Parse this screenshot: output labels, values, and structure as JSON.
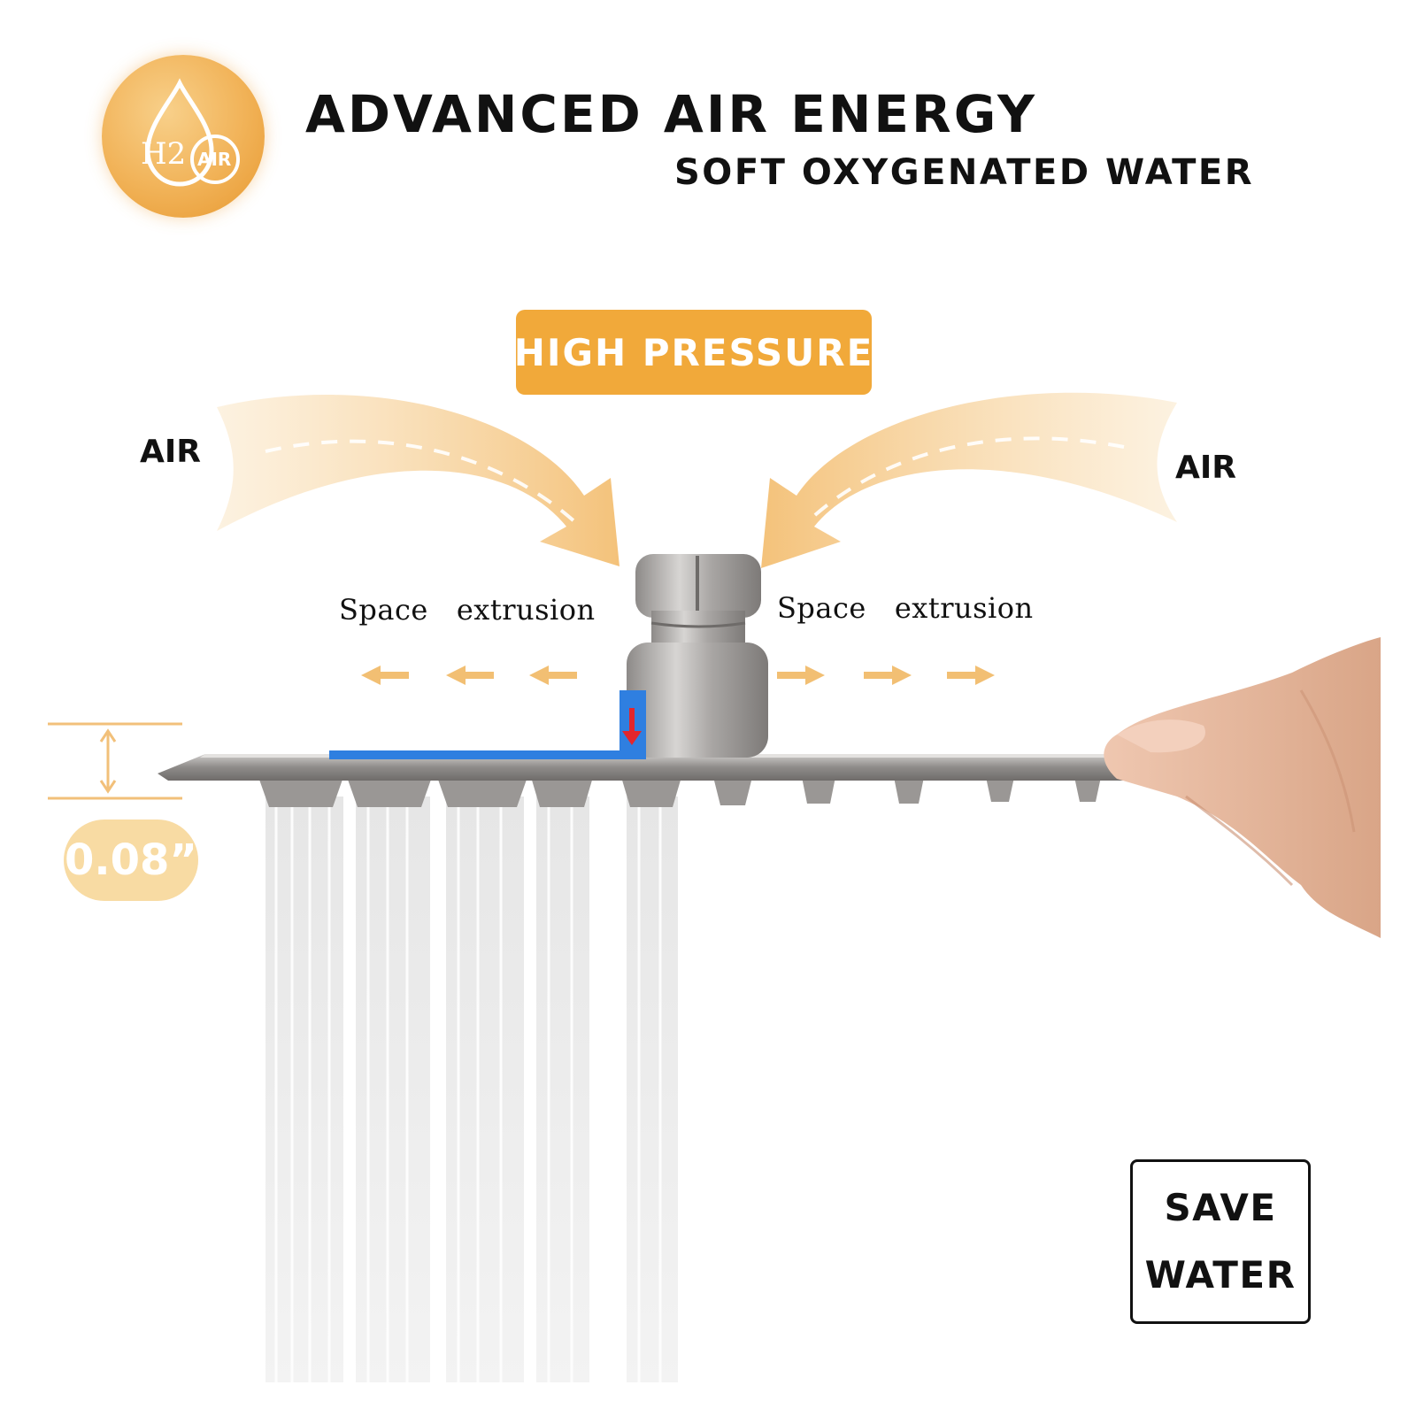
{
  "badge": {
    "text_h2": "H2",
    "text_air": "AIR",
    "icon": "water-drop-icon"
  },
  "header": {
    "title": "ADVANCED AIR ENERGY",
    "subtitle": "SOFT OXYGENATED WATER"
  },
  "diagram": {
    "pressure_label": "HIGH PRESSURE",
    "air_left": "AIR",
    "air_right": "AIR",
    "space_left": "Space   extrusion",
    "space_right": "Space   extrusion",
    "thickness": "0.08”"
  },
  "save_box": {
    "line1": "SAVE",
    "line2": "WATER"
  },
  "colors": {
    "accent_orange": "#f1a93a",
    "arrow_light": "#f7d9a6",
    "thickness_pill": "#f8dba3",
    "flow_blue": "#2f7fe0",
    "flow_red": "#e3262c",
    "steel": "#9b9896"
  }
}
